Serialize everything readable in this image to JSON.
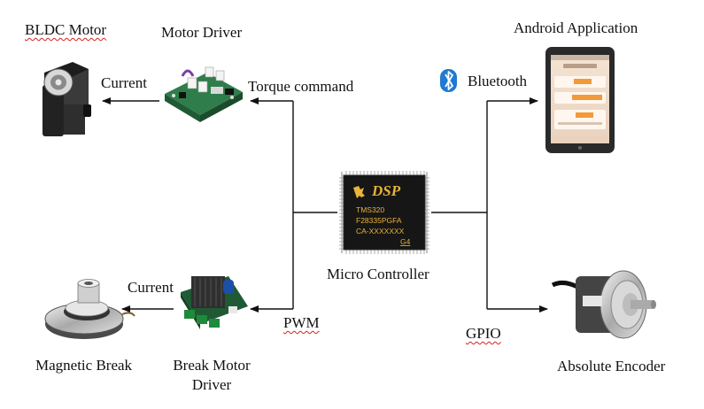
{
  "labels": {
    "bldc_motor": "BLDC Motor",
    "motor_driver": "Motor Driver",
    "current_top": "Current",
    "torque_command": "Torque command",
    "bluetooth": "Bluetooth",
    "android_app": "Android Application",
    "micro_controller": "Micro Controller",
    "current_bottom": "Current",
    "pwm": "PWM",
    "gpio": "GPIO",
    "magnetic_break": "Magnetic Break",
    "break_driver_line1": "Break Motor",
    "break_driver_line2": "Driver",
    "absolute_encoder": "Absolute Encoder"
  },
  "chip": {
    "brand": "DSP",
    "line1": "TMS320",
    "line2": "F28335PGFA",
    "line3": "CA-XXXXXXX",
    "line4": "G4"
  },
  "colors": {
    "line": "#111111",
    "chip_body": "#161616",
    "chip_text": "#e8b33a",
    "bluetooth": "#1f7ad1",
    "pcb_green": "#2f7d4a",
    "heatsink": "#333333",
    "motor_body": "#2a2a2a"
  },
  "icons": [
    "bluetooth-icon",
    "bldc-motor-icon",
    "motor-driver-board-icon",
    "dsp-chip-icon",
    "tablet-icon",
    "magnetic-brake-icon",
    "brake-driver-board-icon",
    "rotary-encoder-icon"
  ]
}
